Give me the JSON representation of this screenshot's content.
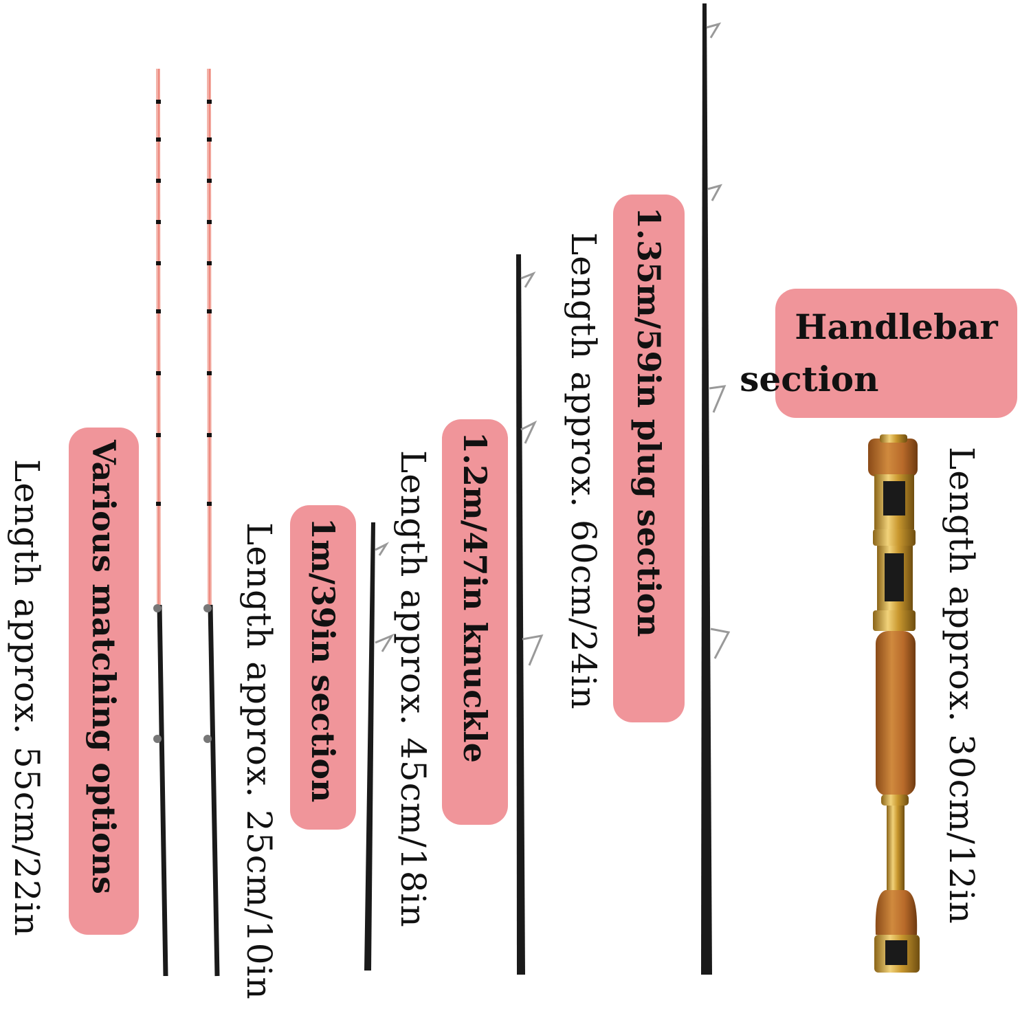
{
  "colors": {
    "pill": "#f0959a",
    "rod_black": "#1a1a1a",
    "tip_pink": "#ee8a80",
    "gold": "#c9982f",
    "wood": "#b86a2a"
  },
  "tips": {
    "label": "Various matching options",
    "length": "Length approx. 55cm/22in"
  },
  "section_1m": {
    "label": "1m/39in section",
    "length": "Length approx. 25cm/10in"
  },
  "section_1_2m": {
    "label": "1.2m/47in knuckle",
    "length": "Length approx. 45cm/18in"
  },
  "section_1_35m": {
    "label": "1.35m/59in plug section",
    "length": "Length approx. 60cm/24in"
  },
  "handle": {
    "label_line1": "Handlebar",
    "label_line2": "section",
    "length": "Length approx. 30cm/12in"
  }
}
